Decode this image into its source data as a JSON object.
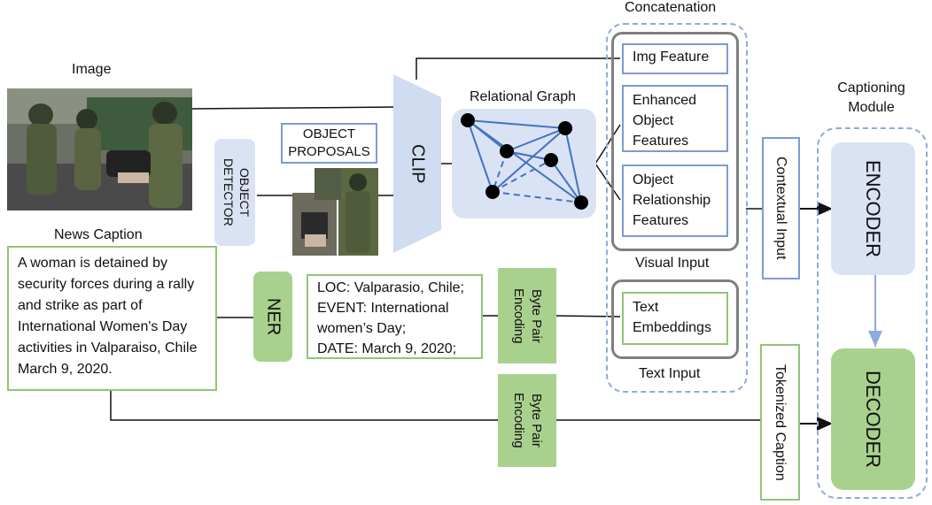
{
  "image_label": "Image",
  "object_detector": "OBJECT DETECTOR",
  "object_proposals": "OBJECT PROPOSALS",
  "clip": "CLIP",
  "relational_graph": "Relational Graph",
  "concatenation": "Concatenation",
  "visual_features": {
    "img_feature": "Img Feature",
    "enhanced_object": "Enhanced Object Features",
    "object_relationship": "Object Relationship Features"
  },
  "visual_input": "Visual Input",
  "text_embeddings": "Text Embeddings",
  "text_input": "Text Input",
  "contextual_input": "Contextual Input",
  "tokenized_caption": "Tokenized Caption",
  "captioning_module": "Captioning Module",
  "encoder": "ENCODER",
  "decoder": "DECODER",
  "news_caption_label": "News Caption",
  "news_caption_text": "A woman is detained by security forces during a rally and strike as part of International Women's Day activities in Valparaiso, Chile March 9, 2020.",
  "ner": "NER",
  "entities": {
    "loc": "LOC: Valparasio, Chile;",
    "event": "EVENT: International women’s Day;",
    "date": "DATE: March 9, 2020;"
  },
  "bpe_top": "Byte Pair Encoding",
  "bpe_bottom": "Byte Pair Encoding"
}
